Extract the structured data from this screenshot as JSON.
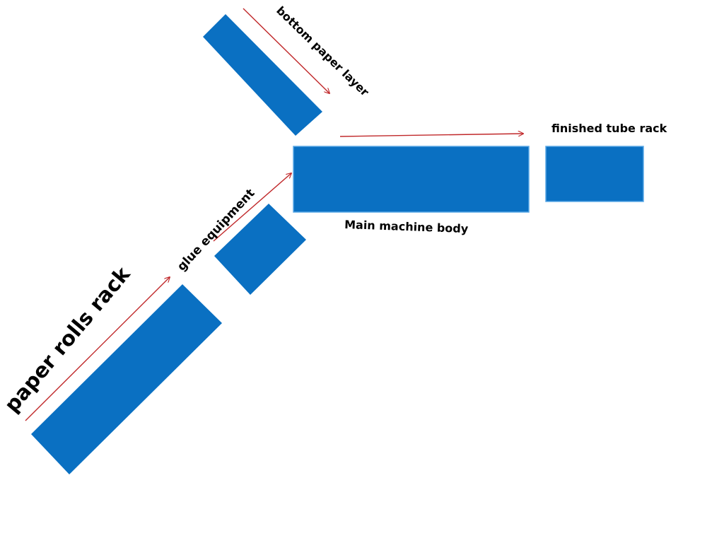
{
  "diagram": {
    "colors": {
      "block_fill": "#0A70C2",
      "block_stroke": "#5AA8E6",
      "arrow": "#C0282A",
      "text": "#000000",
      "background": "#FFFFFF"
    },
    "labels": {
      "bottom_paper_layer": "bottom paper layer",
      "finished_tube_rack": "finished tube rack",
      "main_machine_body": "Main machine body",
      "glue_equipment": "glue equipment",
      "paper_rolls_rack": "paper rolls rack"
    },
    "flow": [
      "paper rolls rack",
      "glue equipment",
      "Main machine body",
      "finished tube rack"
    ],
    "feeds_main_body": "bottom paper layer"
  }
}
